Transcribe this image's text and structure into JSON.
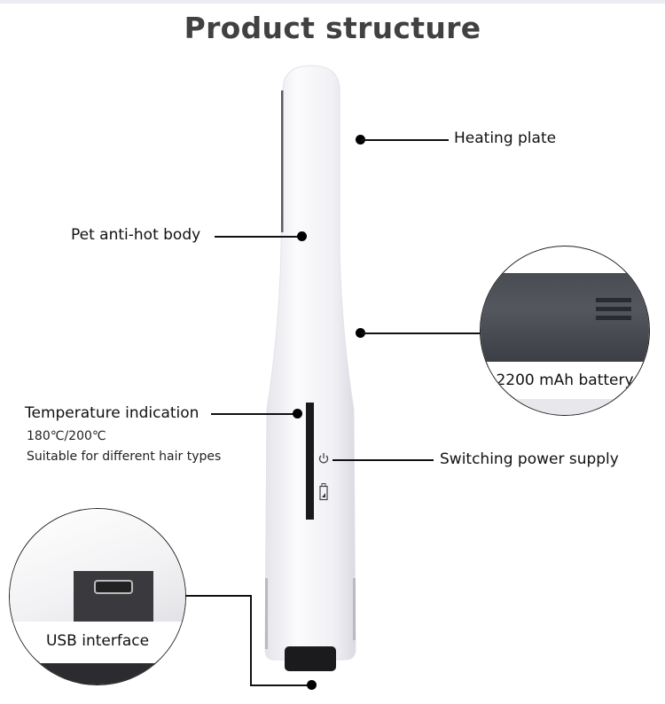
{
  "title": "Product structure",
  "callouts": {
    "heating_plate": "Heating plate",
    "body": "Pet anti-hot body",
    "temperature": {
      "label": "Temperature indication",
      "values": "180℃/200℃",
      "note": "Suitable for different hair types"
    },
    "power": "Switching power supply",
    "battery": "2200 mAh battery",
    "usb": "USB interface"
  },
  "icons": {
    "power": "power-icon",
    "battery": "battery-icon"
  },
  "colors": {
    "title": "#414141",
    "device_body": "#f3f3f7",
    "indicator_strip": "#1a1a1a",
    "leader_line": "#111111"
  }
}
